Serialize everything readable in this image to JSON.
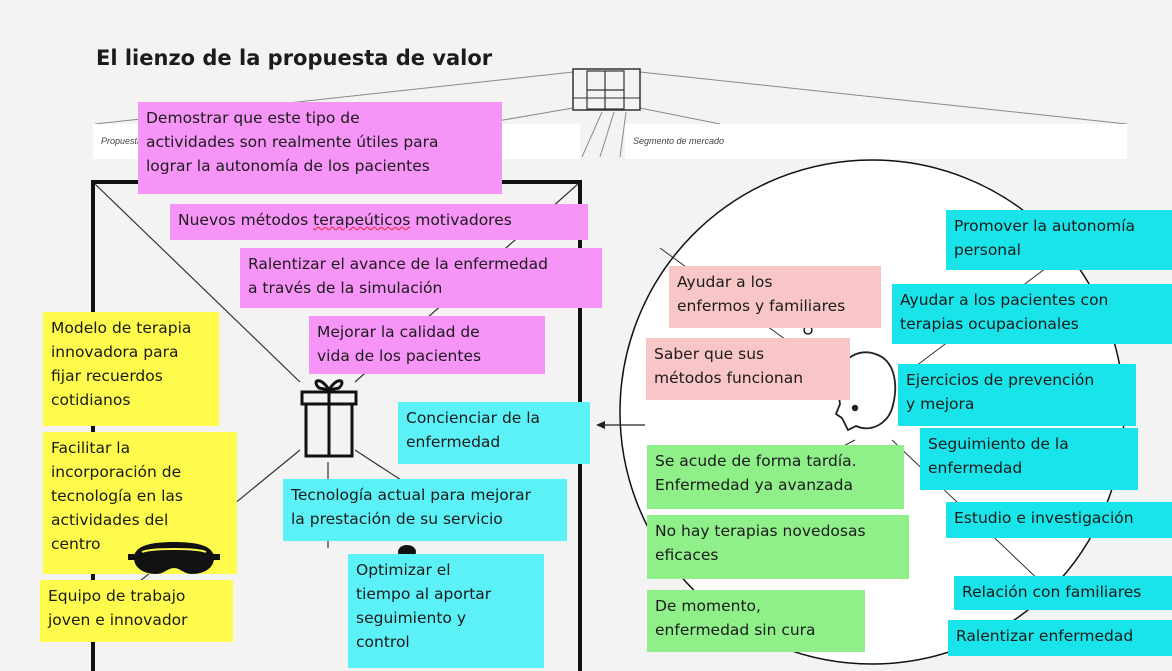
{
  "title": "El lienzo de la propuesta de valor",
  "labels": {
    "left": "Propuesta de valor",
    "right": "Segmento de mercado"
  },
  "notes": {
    "demostrar": "Demostrar que este tipo de\nactividades son realmente útiles para\nlograr la autonomía de los pacientes",
    "nuevos_a": "Nuevos métodos ",
    "nuevos_b": "terapeúticos",
    "nuevos_c": " motivadores",
    "ralentizar_avance": "Ralentizar el avance de la enfermedad\na través de la simulación",
    "mejorar_calidad": "Mejorar la calidad de\nvida de los pacientes",
    "modelo_terapia": "Modelo de terapia\ninnovadora para\nfijar recuerdos\ncotidianos",
    "facilitar": "Facilitar la\nincorporación de\ntecnología en las\nactividades del\ncentro",
    "equipo": "Equipo de trabajo\njoven e innovador",
    "concienciar": "Concienciar de la\nenfermedad",
    "tecnologia": "Tecnología actual para mejorar\nla prestación de su servicio",
    "optimizar": "Optimizar el\ntiempo al aportar\nseguimiento y\ncontrol",
    "ayudar_enfermos": "Ayudar a los\nenfermos y familiares",
    "saber_metodos": "Saber que sus\nmétodos funcionan",
    "se_acude": "Se acude de forma tardía.\nEnfermedad ya avanzada",
    "no_hay": "No hay terapias novedosas\neficaces",
    "de_momento": "De momento,\nenfermedad sin cura",
    "promover": "Promover la autonomía\npersonal",
    "ayudar_pacientes": "Ayudar a los pacientes con\nterapias ocupacionales",
    "ejercicios": "Ejercicios de prevención\ny mejora",
    "seguimiento": "Seguimiento de la\nenfermedad",
    "estudio": "Estudio e investigación",
    "relacion": "Relación con familiares",
    "ralentizar_enf": "Ralentizar enfermedad"
  },
  "icons": [
    "gift-icon",
    "face-icon",
    "vr-headset-icon",
    "canvas-logo-icon"
  ],
  "colors": {
    "pink": "#f794f7",
    "yellow": "#fefb4c",
    "cyan": "#19e4e9",
    "light_cyan": "#5cf1f6",
    "rose": "#f8c6c6",
    "green": "#8ff08a"
  }
}
